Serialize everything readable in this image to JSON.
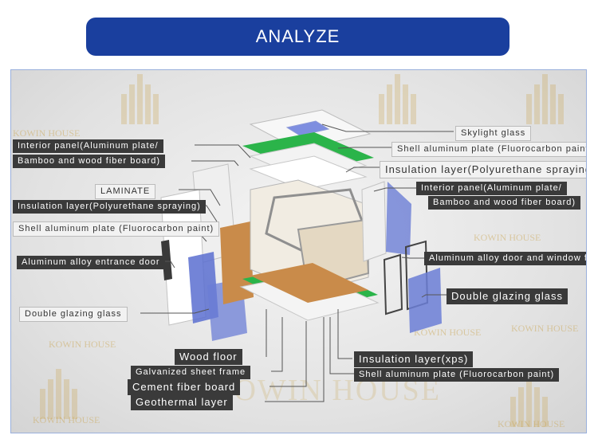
{
  "banner": {
    "title": "ANALYZE"
  },
  "watermark": {
    "brand": "KOWIN HOUSE"
  },
  "labels": {
    "skylight_glass": "Skylight glass",
    "shell_alu_fluoro_top": "Shell aluminum plate  (Fluorocarbon paint)",
    "insulation_pu_right": "Insulation layer(Polyurethane spraying)",
    "interior_panel_right_1": "Interior panel(Aluminum plate/",
    "interior_panel_right_2": "Bamboo and wood fiber board)",
    "alu_door_window_frames": "Aluminum alloy door and window frames",
    "double_glazing_right": "Double glazing glass",
    "insulation_xps": "Insulation layer(xps)",
    "shell_alu_fluoro_bottom": "Shell aluminum plate  (Fluorocarbon paint)",
    "interior_panel_left_1": "Interior panel(Aluminum plate/",
    "interior_panel_left_2": "Bamboo and wood fiber board)",
    "laminate": "LAMINATE",
    "insulation_pu_left": "Insulation layer(Polyurethane spraying)",
    "shell_alu_fluoro_left": "Shell aluminum plate  (Fluorocarbon paint)",
    "alu_entrance_door": "Aluminum alloy entrance door",
    "double_glazing_left": "Double glazing glass",
    "wood_floor": "Wood floor",
    "galvanized_frame": "Galvanized sheet frame",
    "cement_fiber_board": "Cement fiber board",
    "geothermal_layer": "Geothermal layer"
  },
  "colors": {
    "banner": "#1a3f9e",
    "insulation_green": "#2bb44a",
    "glass_blue": "#5a6fd0",
    "wood": "#c98b4a",
    "label_bg": "#3a3a3a"
  }
}
